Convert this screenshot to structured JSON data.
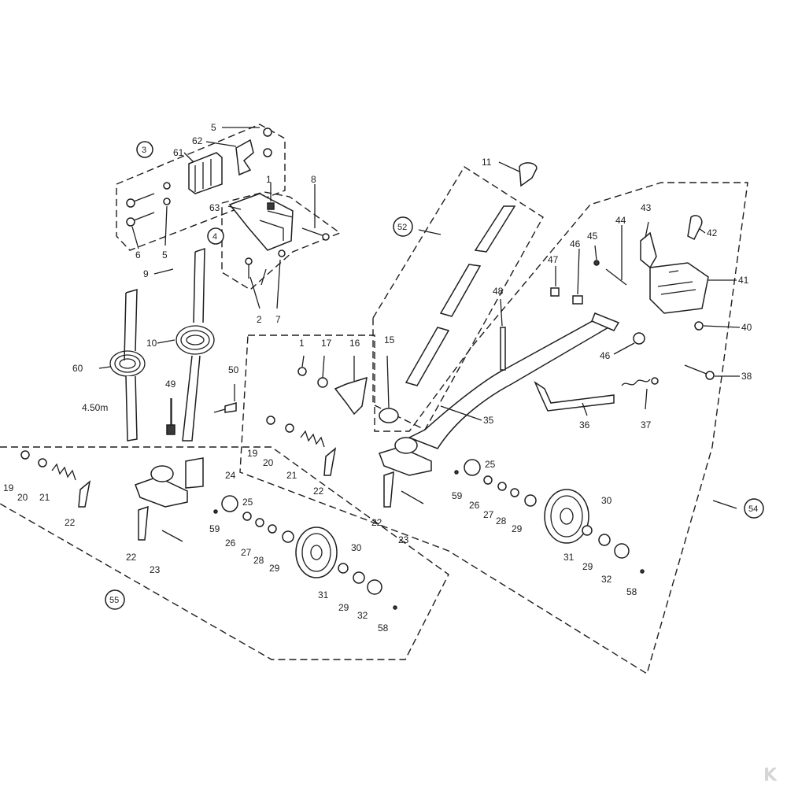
{
  "labels": [
    "1",
    "2",
    "3",
    "4",
    "5",
    "6",
    "7",
    "8",
    "9",
    "10",
    "11",
    "15",
    "16",
    "17",
    "19",
    "20",
    "21",
    "22",
    "23",
    "24",
    "25",
    "26",
    "27",
    "28",
    "29",
    "30",
    "31",
    "32",
    "35",
    "36",
    "37",
    "38",
    "40",
    "41",
    "42",
    "43",
    "44",
    "45",
    "46",
    "47",
    "48",
    "49",
    "50",
    "52",
    "54",
    "55",
    "58",
    "59",
    "60",
    "61",
    "62",
    "63"
  ],
  "measurement": "4.50m",
  "logo": "K"
}
